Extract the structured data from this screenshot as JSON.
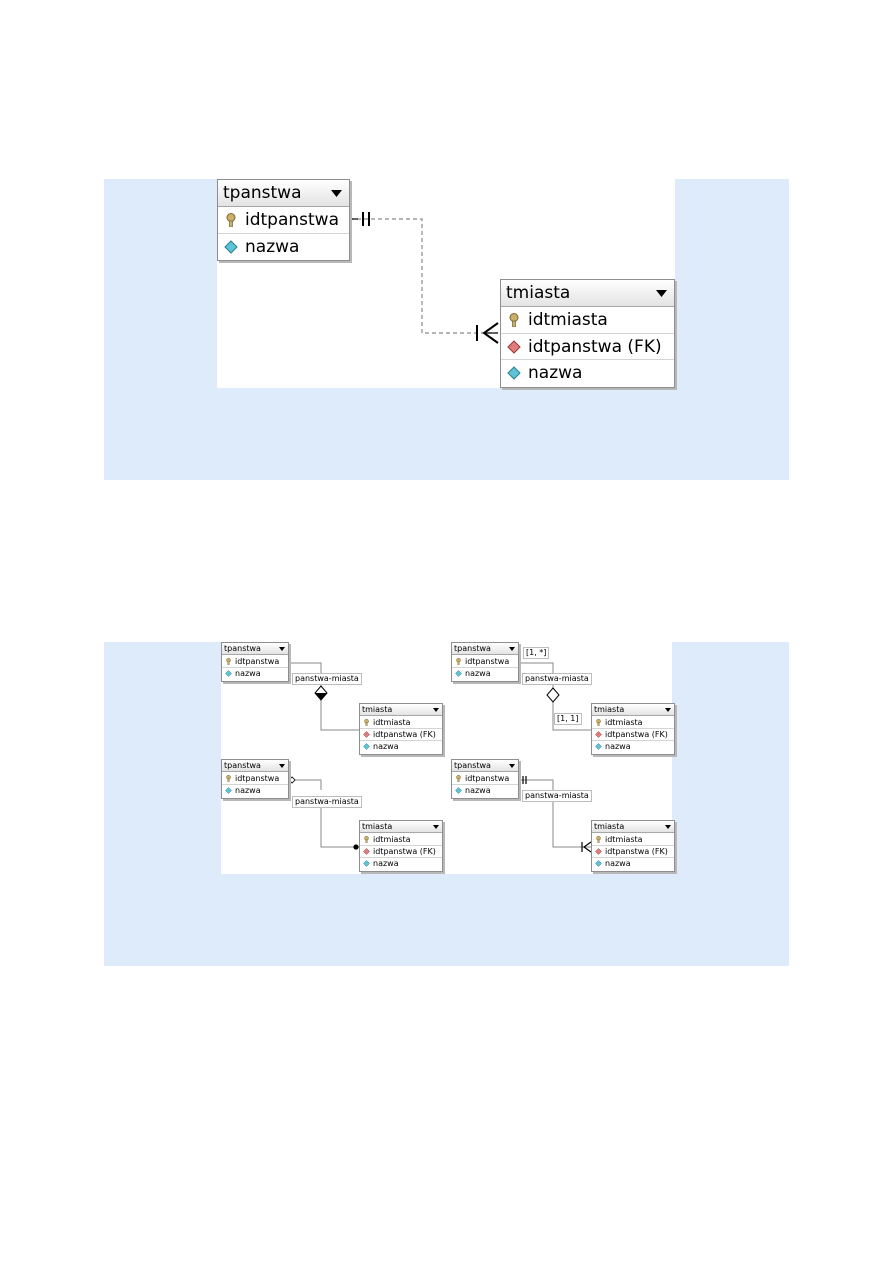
{
  "top_diagram": {
    "tpanstwa": {
      "title": "tpanstwa",
      "fields": [
        {
          "name": "idtpanstwa",
          "icon": "primary-key-icon"
        },
        {
          "name": "nazwa",
          "icon": "attribute-icon"
        }
      ]
    },
    "tmiasta": {
      "title": "tmiasta",
      "fields": [
        {
          "name": "idtmiasta",
          "icon": "primary-key-icon"
        },
        {
          "name": "idtpanstwa (FK)",
          "icon": "foreign-key-icon"
        },
        {
          "name": "nazwa",
          "icon": "attribute-icon"
        }
      ]
    }
  },
  "bottom_diagrams": {
    "tpanstwa_title": "tpanstwa",
    "tpanstwa_fields": [
      "idtpanstwa",
      "nazwa"
    ],
    "tmiasta_title": "tmiasta",
    "tmiasta_fields": [
      "idtmiasta",
      "idtpanstwa (FK)",
      "nazwa"
    ],
    "relation_label": "panstwa-miasta",
    "multiplicity_top": "[1, *]",
    "multiplicity_bottom": "[1, 1]"
  },
  "icons": {
    "primary-key-icon": "#c9b06a",
    "foreign-key-icon": "#e07c7c",
    "attribute-icon": "#5cc4d6"
  }
}
